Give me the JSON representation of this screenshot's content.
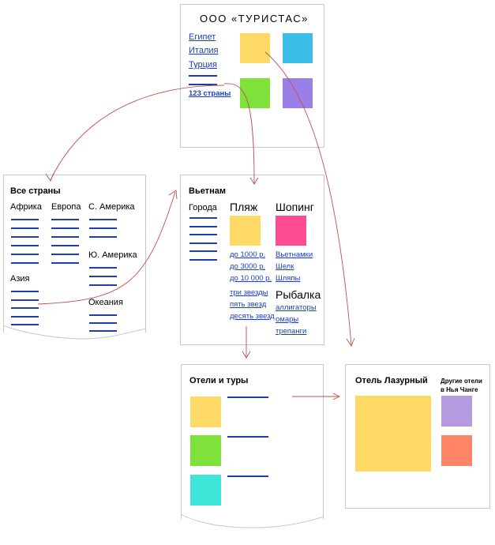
{
  "colors": {
    "link": "#1a3fc7",
    "line": "#1b3fae",
    "arrow": "#c0504d",
    "yellow": "#ffd966",
    "blue": "#3cbde8",
    "green": "#7ee23a",
    "purple": "#9b7fe8",
    "pink": "#ff4b91",
    "cyan": "#3de6d9",
    "lavender": "#b59ae0",
    "orange": "#ff8566"
  },
  "home": {
    "title": "ООО «ТУРИСТАС»",
    "links": [
      "Египет",
      "Италия",
      "Турция"
    ],
    "more_link": "123 страны"
  },
  "countries": {
    "title": "Все страны",
    "regions": [
      "Африка",
      "Европа",
      "С. Америка",
      "Ю. Америка",
      "Азия",
      "Океания"
    ]
  },
  "country": {
    "title": "Вьетнам",
    "cities_label": "Города",
    "beach_label": "Пляж",
    "shopping_label": "Шопинг",
    "fishing_label": "Рыбалка",
    "price_links": [
      "до 1000 р.",
      "до 3000 р.",
      "до 10 000 р."
    ],
    "star_links": [
      "три звезды",
      "пять звезд",
      "десять звезд"
    ],
    "shop_links": [
      "Вьетнамки",
      "Шелк",
      "Шляпы"
    ],
    "fish_links": [
      "аллигаторы",
      "омары",
      "трепанги"
    ]
  },
  "tours": {
    "title": "Отели и туры"
  },
  "hotel": {
    "title": "Отель Лазурный",
    "other_label_line1": "Другие отели",
    "other_label_line2": "в Нья Чанге"
  }
}
